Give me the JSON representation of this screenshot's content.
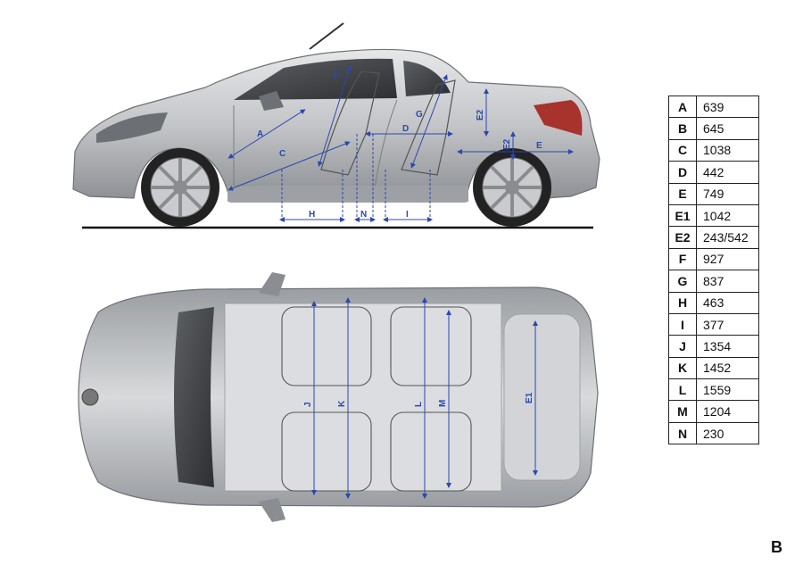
{
  "dimensions": [
    {
      "key": "A",
      "value": "639"
    },
    {
      "key": "B",
      "value": "645"
    },
    {
      "key": "C",
      "value": "1038"
    },
    {
      "key": "D",
      "value": "442"
    },
    {
      "key": "E",
      "value": "749"
    },
    {
      "key": "E1",
      "value": "1042"
    },
    {
      "key": "E2",
      "value": "243/542"
    },
    {
      "key": "F",
      "value": "927"
    },
    {
      "key": "G",
      "value": "837"
    },
    {
      "key": "H",
      "value": "463"
    },
    {
      "key": "I",
      "value": "377"
    },
    {
      "key": "J",
      "value": "1354"
    },
    {
      "key": "K",
      "value": "1452"
    },
    {
      "key": "L",
      "value": "1559"
    },
    {
      "key": "M",
      "value": "1204"
    },
    {
      "key": "N",
      "value": "230"
    }
  ],
  "page_letter": "B",
  "colors": {
    "dimension_line": "#2a48b0",
    "car_body": "#b9bcc0",
    "car_dark": "#55585c",
    "tyre": "#222222"
  }
}
